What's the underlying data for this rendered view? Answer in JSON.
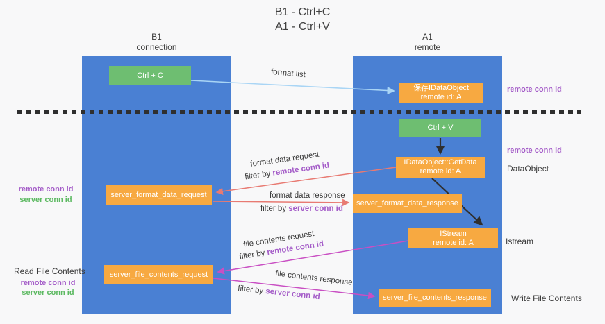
{
  "title": {
    "line1": "B1 - Ctrl+C",
    "line2": "A1 - Ctrl+V"
  },
  "lanes": {
    "left": {
      "name": "B1",
      "role": "connection"
    },
    "right": {
      "name": "A1",
      "role": "remote"
    }
  },
  "nodes": {
    "ctrl_c": "Ctrl + C",
    "ctrl_v": "Ctrl + V",
    "save_idataobject": {
      "line1": "保存IDataObject",
      "line2": "remote id: A"
    },
    "getdata": {
      "line1": "IDataObject::GetData",
      "line2": "remote id: A"
    },
    "istream": {
      "line1": "IStream",
      "line2": "remote id: A"
    },
    "server_format_data_request": "server_format_data_request",
    "server_format_data_response": "server_format_data_response",
    "server_file_contents_request": "server_file_contents_request",
    "server_file_contents_response": "server_file_contents_response"
  },
  "flow_labels": {
    "format_list": "format list",
    "format_data_request": "format data request",
    "filter_remote_1": {
      "prefix": "filter by ",
      "value": "remote conn id"
    },
    "format_data_response": "format data response",
    "filter_server_1": {
      "prefix": "filter by ",
      "value": "server conn id"
    },
    "file_contents_request": "file contents request",
    "filter_remote_2": {
      "prefix": "filter by ",
      "value": "remote conn id"
    },
    "file_contents_response": "file contents response",
    "filter_server_2": {
      "prefix": "filter by ",
      "value": "server conn id"
    }
  },
  "side_labels": {
    "right_top_remote_conn": "remote conn id",
    "right_mid_remote_conn": "remote conn id",
    "dataobject": "DataObject",
    "istream": "Istream",
    "write_file_contents": "Write File Contents",
    "left_mid_remote_conn": "remote conn id",
    "left_mid_server_conn": "server conn id",
    "read_file_contents": "Read File Contents",
    "left_bottom_remote_conn": "remote conn id",
    "left_bottom_server_conn": "server conn id"
  },
  "colors": {
    "background": "#f8f8f9",
    "lane_fill": "#4a80d3",
    "action_green": "#6ebe71",
    "message_orange": "#f7a941",
    "remote_conn_id_purple": "#a45cc8",
    "server_conn_id_green": "#5cb961",
    "format_arrow_salmon": "#e87a72",
    "file_arrow_magenta": "#c94fc3",
    "format_list_arrow_blue": "#a9d5f5",
    "black_arrow": "#2f2f2f",
    "divider_dash": "#2f2f2f"
  }
}
